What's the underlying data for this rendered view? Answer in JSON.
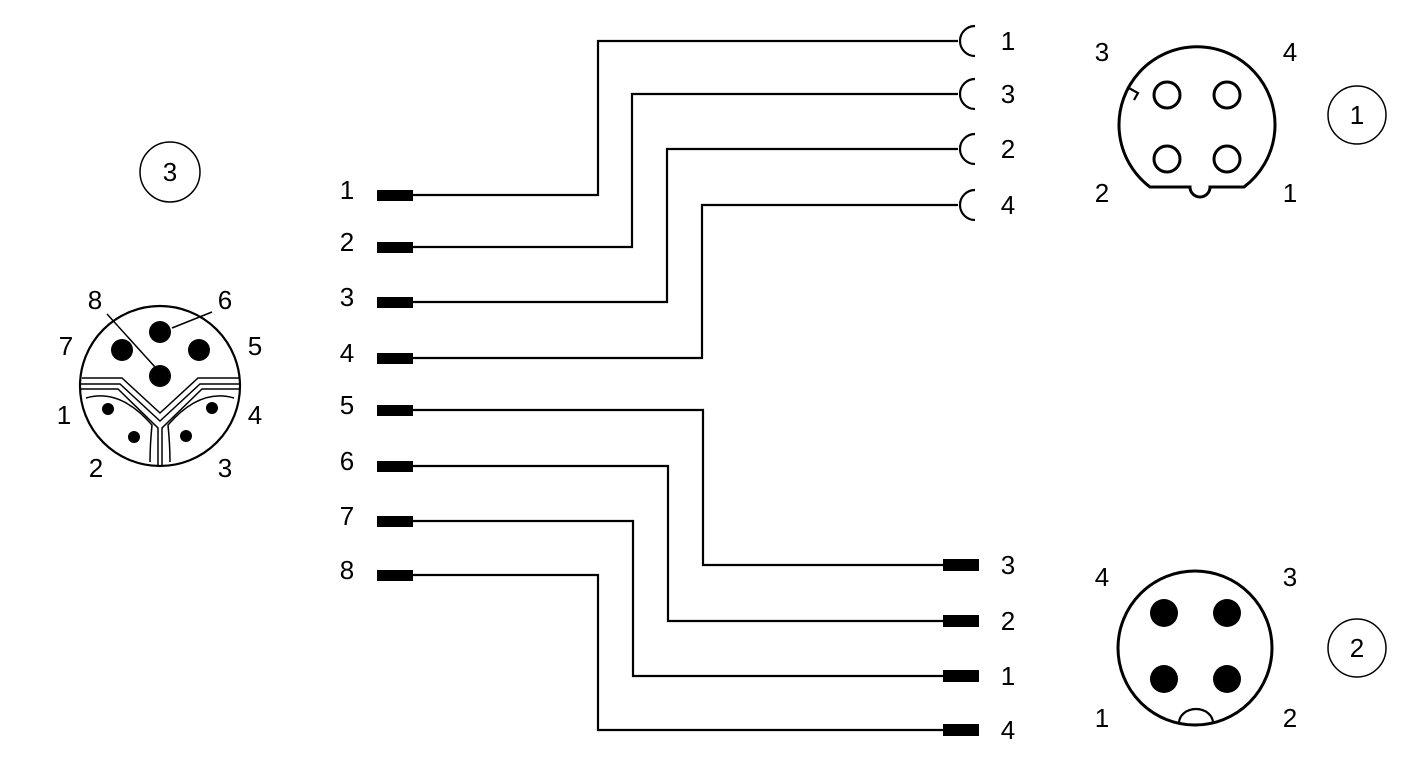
{
  "diagram": {
    "connector_markers": {
      "female_4pin": "1",
      "male_4pin": "2",
      "main_8pin": "3"
    },
    "main_connector_pins": [
      "1",
      "2",
      "3",
      "4",
      "5",
      "6",
      "7",
      "8"
    ],
    "female_connector_pins": {
      "top_left": "3",
      "top_right": "4",
      "bottom_left": "2",
      "bottom_right": "1"
    },
    "male_connector_pins": {
      "top_left": "4",
      "top_right": "3",
      "bottom_left": "1",
      "bottom_right": "2"
    },
    "main_face_pins": {
      "p1": "1",
      "p2": "2",
      "p3": "3",
      "p4": "4",
      "p5": "5",
      "p6": "6",
      "p7": "7",
      "p8": "8"
    },
    "wires": [
      {
        "from": "1",
        "to": "1",
        "connector": "1"
      },
      {
        "from": "2",
        "to": "3",
        "connector": "1"
      },
      {
        "from": "3",
        "to": "2",
        "connector": "1"
      },
      {
        "from": "4",
        "to": "4",
        "connector": "1"
      },
      {
        "from": "5",
        "to": "3",
        "connector": "2"
      },
      {
        "from": "6",
        "to": "2",
        "connector": "2"
      },
      {
        "from": "7",
        "to": "1",
        "connector": "2"
      },
      {
        "from": "8",
        "to": "4",
        "connector": "2"
      }
    ]
  }
}
